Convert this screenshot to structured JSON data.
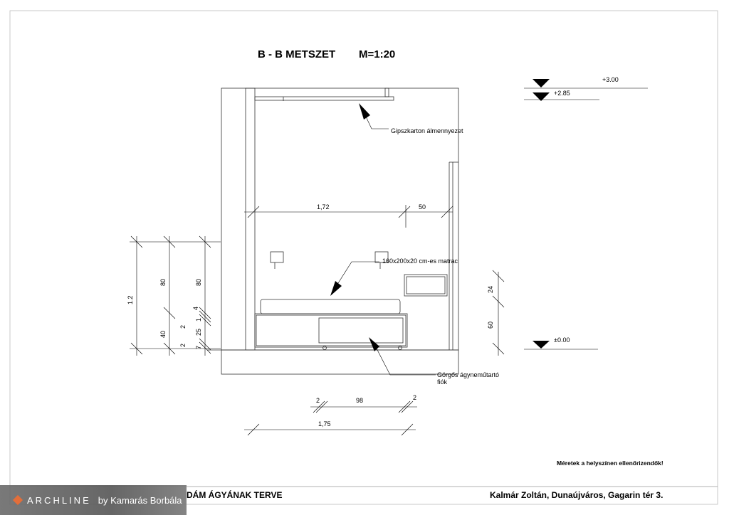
{
  "drawing": {
    "title": "B - B METSZET",
    "scale": "M=1:20",
    "levels": [
      "+3.00",
      "+2.85",
      "±0.00"
    ],
    "annotations": {
      "ceiling": "Gipszkarton álmennyezet",
      "mattress": "160x200x20 cm-es matrac",
      "drawer_line1": "Görgős ágyneműtartó",
      "drawer_line2": "fiók"
    },
    "dimensions": {
      "width_1_72": "1,72",
      "width_50": "50",
      "left_1_2": "1.2",
      "left_80_a": "80",
      "left_40": "40",
      "left_2_a": "2",
      "left_2_b": "2",
      "left_80_b": "80",
      "left_4": "4",
      "left_1": "1",
      "left_25": "25",
      "left_7": "7",
      "right_24": "24",
      "right_60": "60",
      "bottom_2_a": "2",
      "bottom_98": "98",
      "bottom_2_b": "2",
      "bottom_1_75": "1,75"
    },
    "note": "Méretek a helyszínen ellenőrizendők!"
  },
  "title_block": {
    "project_title_visible": "DÁM ÁGYÁNAK TERVE",
    "client": "Kalmár Zoltán, Dunaújváros, Gagarin tér 3."
  },
  "logo": {
    "brand": "ARCHLINE",
    "author": "by Kamarás Borbála",
    "accent_color": "#e0622a"
  }
}
